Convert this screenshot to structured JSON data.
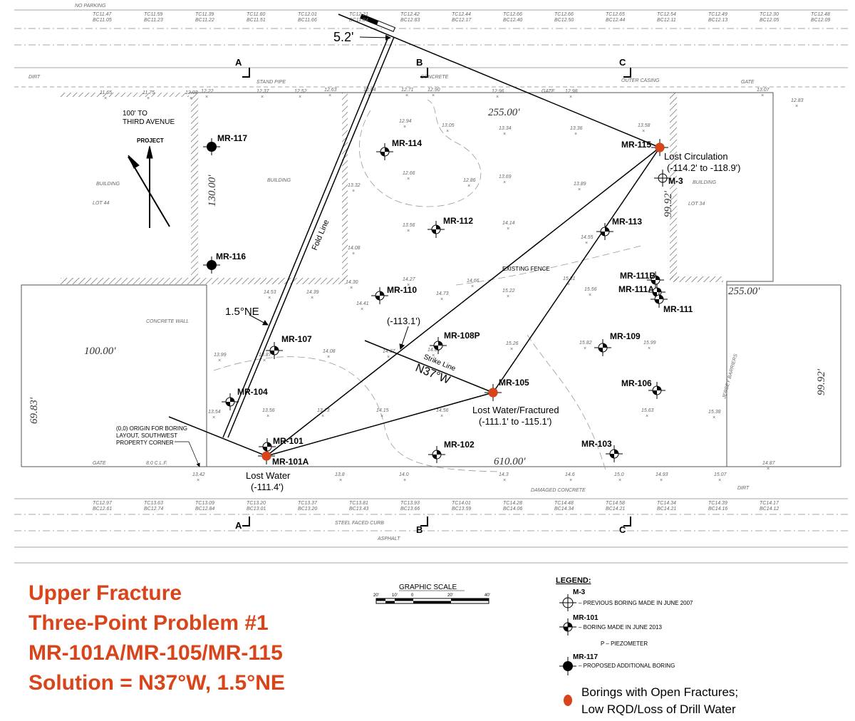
{
  "title": {
    "lines": [
      "Upper Fracture",
      "Three-Point Problem #1",
      "MR-101A/MR-105/MR-115",
      "Solution = N37°W, 1.5°NE"
    ]
  },
  "colors": {
    "fracture": "#d9441a",
    "line": "#000000",
    "survey": "#777777"
  },
  "borings": [
    {
      "id": "MR-117",
      "type": "proposed"
    },
    {
      "id": "MR-116",
      "type": "proposed"
    },
    {
      "id": "MR-114",
      "type": "boring"
    },
    {
      "id": "MR-112",
      "type": "boring"
    },
    {
      "id": "MR-113",
      "type": "boring"
    },
    {
      "id": "MR-115",
      "type": "fracture"
    },
    {
      "id": "M-3",
      "type": "previous"
    },
    {
      "id": "MR-111B",
      "type": "boring"
    },
    {
      "id": "MR-111A",
      "type": "boring"
    },
    {
      "id": "MR-111",
      "type": "boring"
    },
    {
      "id": "MR-110",
      "type": "boring"
    },
    {
      "id": "MR-108P",
      "type": "boring"
    },
    {
      "id": "MR-109",
      "type": "boring"
    },
    {
      "id": "MR-107",
      "type": "boring"
    },
    {
      "id": "MR-105",
      "type": "fracture"
    },
    {
      "id": "MR-106",
      "type": "boring"
    },
    {
      "id": "MR-104",
      "type": "boring"
    },
    {
      "id": "MR-101",
      "type": "boring"
    },
    {
      "id": "MR-101A",
      "type": "fracture"
    },
    {
      "id": "MR-102",
      "type": "boring"
    },
    {
      "id": "MR-103",
      "type": "boring"
    }
  ],
  "annotations": {
    "mr115_a": "Lost Circulation",
    "mr115_b": "(-114.2' to -118.9')",
    "mr105_a": "Lost Water/Fractured",
    "mr105_b": "(-111.1' to -115.1')",
    "mr101a_a": "Lost Water",
    "mr101a_b": "(-111.4')",
    "mid_elev": "(-113.1')",
    "strike_line": "Strike Line",
    "strike": "N37°W",
    "dip": "1.5°NE",
    "fold_line": "Fold Line",
    "fold_offset": "5.2'",
    "existing_fence": "EXISTING FENCE",
    "origin": [
      "(0,0) ORIGIN FOR BORING",
      "LAYOUT, SOUTHWEST",
      "PROPERTY CORNER"
    ],
    "third_ave": [
      "100' TO",
      "THIRD AVENUE"
    ],
    "project": "PROJECT",
    "building_left": "BUILDING",
    "building_mid": "BUILDING",
    "building_right": "BUILDING",
    "lot44": "LOT 44",
    "lot34": "LOT 34",
    "concrete_wall": "CONCRETE WALL",
    "jersey_barrier": "JERSEY BARRIERS",
    "no_parking": "NO PARKING",
    "gate": "GATE",
    "clf": "8.0 C.L.F.",
    "stand_pipe": "STAND PIPE",
    "steel_curb": "STEEL FACED CURB",
    "asphalt": "ASPHALT",
    "dirt": "DIRT",
    "concrete": "CONCRETE",
    "damaged_concrete": "DAMAGED CONCRETE",
    "outer_casing": "OUTER CASING",
    "section_a": "A",
    "section_b": "B",
    "section_c": "C"
  },
  "dimensions": {
    "top": "255.00'",
    "left_building": "130.00'",
    "right_building": "99.92'",
    "right_upper": "255.00'",
    "left_lower": "100.00'",
    "left_side": "69.83'",
    "bottom": "610.00'",
    "right_side": "99.92'"
  },
  "spot_elevations": [
    "12.94",
    "13.05",
    "13.34",
    "13.36",
    "13.58",
    "12.66",
    "12.86",
    "13.69",
    "13.89",
    "13.32",
    "13.56",
    "14.14",
    "14.55",
    "14.08",
    "14.30",
    "14.27",
    "14.66",
    "15.31",
    "14.53",
    "14.39",
    "14.41",
    "14.73",
    "15.22",
    "15.56",
    "14.08",
    "14.37",
    "14.86",
    "15.26",
    "15.82",
    "15.99",
    "13.87",
    "13.99",
    "13.54",
    "13.56",
    "13.73",
    "14.15",
    "14.56",
    "15.63",
    "15.38",
    "13.42",
    "13.8",
    "14.0",
    "14.3",
    "14.6",
    "15.0",
    "14.93",
    "15.07",
    "14.87",
    "12.22",
    "12.37",
    "12.52",
    "12.63",
    "12.64",
    "12.71",
    "12.90",
    "12.96",
    "12.98",
    "13.07",
    "12.83",
    "11.65",
    "11.75",
    "12.03"
  ],
  "street_top_labels": [
    "TC11.47 BC11.05",
    "TC11.59 BC11.23",
    "TC11.39 BC11.22",
    "TC11.60 BC11.51",
    "TC12.01 BC11.66",
    "TC12.21 BC11.84",
    "TC12.42 BC12.83",
    "TC12.44 BC12.17",
    "TC12.66 BC12.40",
    "TC12.66 BC12.50",
    "TC12.65 BC12.44",
    "TC12.54 BC12.11",
    "TC12.49 BC12.13",
    "TC12.30 BC12.05",
    "TC12.48 BC12.09"
  ],
  "street_bottom_labels": [
    "TC12.97 BC12.61",
    "TC13.63 BC12.74",
    "TC13.09 BC12.84",
    "TC13.20 BC13.01",
    "TC13.37 BC13.20",
    "TC13.81 BC13.43",
    "TC13.93 BC13.66",
    "TC14.01 BC13.59",
    "TC14.28 BC14.06",
    "TC14.48 BC14.34",
    "TC14.58 BC14.21",
    "TC14.34 BC14.21",
    "TC14.39 BC14.16",
    "TC14.17 BC14.12"
  ],
  "scale": {
    "title": "GRAPHIC SCALE",
    "ticks": [
      "20'",
      "10'",
      "0",
      "20'",
      "40'"
    ]
  },
  "legend": {
    "title": "LEGEND:",
    "items": [
      {
        "label": "M-3",
        "desc": "– PREVIOUS BORING MADE IN JUNE 2007"
      },
      {
        "label": "MR-101",
        "desc": "– BORING MADE IN JUNE 2013"
      },
      {
        "label": "",
        "desc": "P – PIEZOMETER"
      },
      {
        "label": "MR-117",
        "desc": "– PROPOSED ADDITIONAL BORING"
      }
    ],
    "fracture_line1": "Borings with Open Fractures;",
    "fracture_line2": "Low RQD/Loss of Drill Water"
  }
}
